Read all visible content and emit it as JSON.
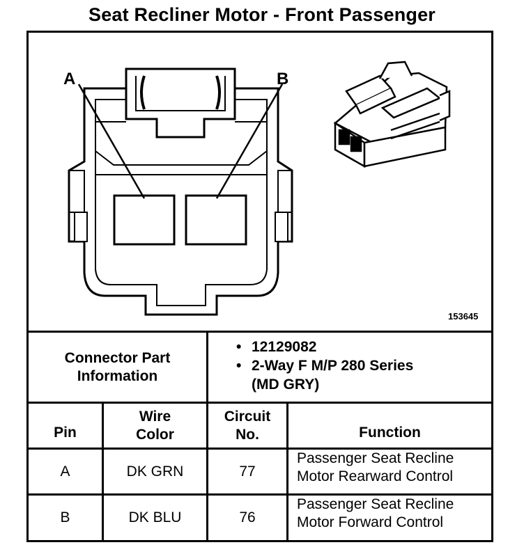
{
  "title": "Seat Recliner Motor - Front Passenger",
  "figure": {
    "id": "153645",
    "label_a": "A",
    "label_b": "B"
  },
  "connector": {
    "label": "Connector Part Information",
    "part_number": "12129082",
    "description_line1": "2-Way F M/P 280 Series",
    "description_line2": "(MD GRY)"
  },
  "table": {
    "headers": {
      "pin": "Pin",
      "wire_color_1": "Wire",
      "wire_color_2": "Color",
      "circuit_1": "Circuit",
      "circuit_2": "No.",
      "function": "Function"
    },
    "rows": [
      {
        "pin": "A",
        "wire_color": "DK GRN",
        "circuit": "77",
        "function_1": "Passenger Seat Recline",
        "function_2": "Motor Rearward Control"
      },
      {
        "pin": "B",
        "wire_color": "DK BLU",
        "circuit": "76",
        "function_1": "Passenger Seat Recline",
        "function_2": "Motor Forward Control"
      }
    ]
  }
}
